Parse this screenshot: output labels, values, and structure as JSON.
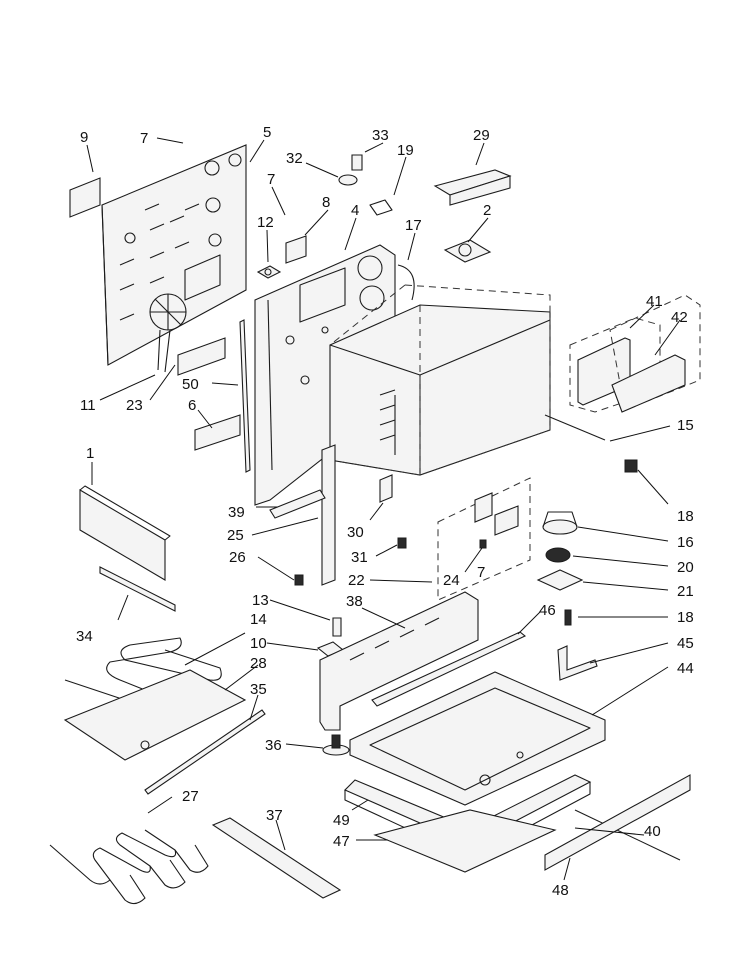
{
  "diagram": {
    "callouts": [
      {
        "id": "c9",
        "label": "9"
      },
      {
        "id": "c7a",
        "label": "7"
      },
      {
        "id": "c5",
        "label": "5"
      },
      {
        "id": "c33",
        "label": "33"
      },
      {
        "id": "c29",
        "label": "29"
      },
      {
        "id": "c32",
        "label": "32"
      },
      {
        "id": "c19",
        "label": "19"
      },
      {
        "id": "c7b",
        "label": "7"
      },
      {
        "id": "c8",
        "label": "8"
      },
      {
        "id": "c12",
        "label": "12"
      },
      {
        "id": "c4",
        "label": "4"
      },
      {
        "id": "c17",
        "label": "17"
      },
      {
        "id": "c2",
        "label": "2"
      },
      {
        "id": "c41",
        "label": "41"
      },
      {
        "id": "c42",
        "label": "42"
      },
      {
        "id": "c11",
        "label": "11"
      },
      {
        "id": "c23",
        "label": "23"
      },
      {
        "id": "c50",
        "label": "50"
      },
      {
        "id": "c6",
        "label": "6"
      },
      {
        "id": "c15",
        "label": "15"
      },
      {
        "id": "c1",
        "label": "1"
      },
      {
        "id": "c18a",
        "label": "18"
      },
      {
        "id": "c39",
        "label": "39"
      },
      {
        "id": "c25",
        "label": "25"
      },
      {
        "id": "c30",
        "label": "30"
      },
      {
        "id": "c16",
        "label": "16"
      },
      {
        "id": "c31",
        "label": "31"
      },
      {
        "id": "c26",
        "label": "26"
      },
      {
        "id": "c20",
        "label": "20"
      },
      {
        "id": "c22",
        "label": "22"
      },
      {
        "id": "c24",
        "label": "24"
      },
      {
        "id": "c7c",
        "label": "7"
      },
      {
        "id": "c21",
        "label": "21"
      },
      {
        "id": "c34",
        "label": "34"
      },
      {
        "id": "c13",
        "label": "13"
      },
      {
        "id": "c38",
        "label": "38"
      },
      {
        "id": "c46",
        "label": "46"
      },
      {
        "id": "c18b",
        "label": "18"
      },
      {
        "id": "c14",
        "label": "14"
      },
      {
        "id": "c10",
        "label": "10"
      },
      {
        "id": "c45",
        "label": "45"
      },
      {
        "id": "c28",
        "label": "28"
      },
      {
        "id": "c44",
        "label": "44"
      },
      {
        "id": "c35",
        "label": "35"
      },
      {
        "id": "c36",
        "label": "36"
      },
      {
        "id": "c27",
        "label": "27"
      },
      {
        "id": "c37",
        "label": "37"
      },
      {
        "id": "c49",
        "label": "49"
      },
      {
        "id": "c40",
        "label": "40"
      },
      {
        "id": "c47",
        "label": "47"
      },
      {
        "id": "c48",
        "label": "48"
      }
    ]
  }
}
